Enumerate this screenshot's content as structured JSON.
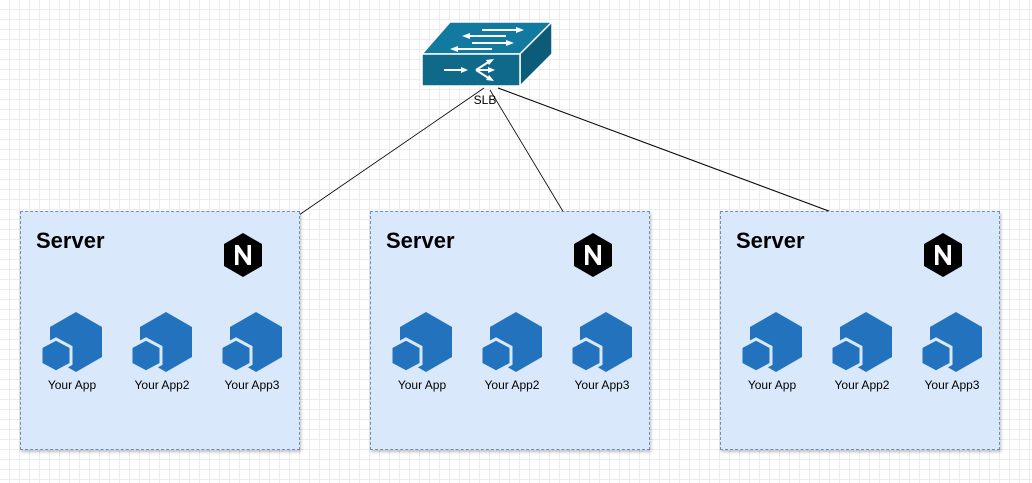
{
  "slb": {
    "label": "SLB"
  },
  "servers": [
    {
      "title": "Server",
      "apps": [
        {
          "label": "Your App"
        },
        {
          "label": "Your App2"
        },
        {
          "label": "Your App3"
        }
      ]
    },
    {
      "title": "Server",
      "apps": [
        {
          "label": "Your App"
        },
        {
          "label": "Your App2"
        },
        {
          "label": "Your App3"
        }
      ]
    },
    {
      "title": "Server",
      "apps": [
        {
          "label": "Your App"
        },
        {
          "label": "Your App2"
        },
        {
          "label": "Your App3"
        }
      ]
    }
  ],
  "colors": {
    "server_fill": "#dae8fc",
    "server_border": "#6c8ebf",
    "app_blue": "#2372be",
    "switch_teal": "#0f6a8a",
    "nginx_black": "#000000"
  }
}
